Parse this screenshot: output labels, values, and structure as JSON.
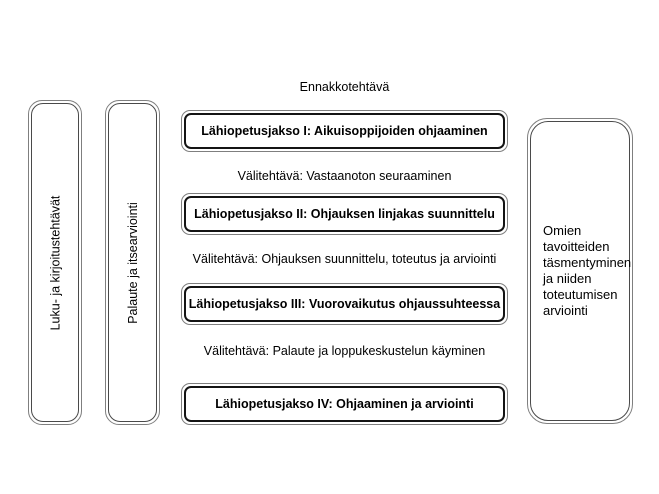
{
  "diagram": {
    "top_label": "Ennakkotehtävä",
    "side_left": [
      {
        "label": "Luku- ja kirjoitustehtävät"
      },
      {
        "label": "Palaute ja itsearviointi"
      }
    ],
    "sessions": [
      {
        "label": "Lähiopetusjakso I: Aikuisoppijoiden ohjaaminen"
      },
      {
        "label": "Lähiopetusjakso II: Ohjauksen linjakas suunnittelu"
      },
      {
        "label": "Lähiopetusjakso III: Vuorovaikutus ohjaussuhteessa"
      },
      {
        "label": "Lähiopetusjakso IV: Ohjaaminen ja arviointi"
      }
    ],
    "interim_tasks": [
      {
        "label": "Välitehtävä: Vastaanoton seuraaminen"
      },
      {
        "label": "Välitehtävä: Ohjauksen suunnittelu, toteutus ja arviointi"
      },
      {
        "label": "Välitehtävä: Palaute ja loppukeskustelun käyminen"
      }
    ],
    "right_box": {
      "label": "Omien tavoitteiden täsmentyminen ja niiden toteutumisen arviointi"
    },
    "colors": {
      "background": "#ffffff",
      "text": "#000000",
      "outer_border": "#7f7f7f",
      "inner_border_strong": "#141414",
      "inner_border_soft": "#4a4a4a"
    }
  }
}
